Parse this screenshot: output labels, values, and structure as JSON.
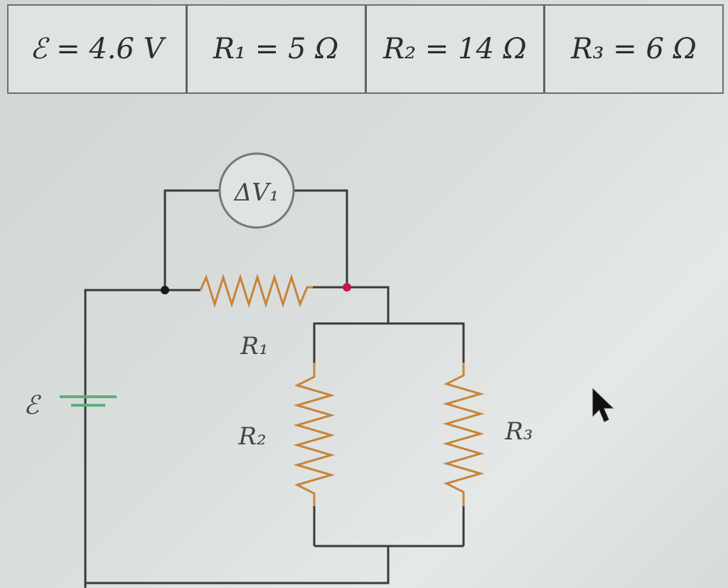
{
  "parameters": [
    {
      "label": "ℰ = 4.6 V"
    },
    {
      "label": "R₁ = 5 Ω"
    },
    {
      "label": "R₂ = 14 Ω"
    },
    {
      "label": "R₃ = 6 Ω"
    }
  ],
  "circuit": {
    "voltmeter_label": "ΔV₁",
    "r1_label": "R₁",
    "r2_label": "R₂",
    "r3_label": "R₃",
    "emf_label": "ℰ",
    "colors": {
      "wire": "#3a3a3a",
      "resistor": "#c8843a",
      "battery": "#5fae7a",
      "node_left": "#1a1a1a",
      "node_right": "#c2185b",
      "meter_outline": "#777777"
    }
  }
}
